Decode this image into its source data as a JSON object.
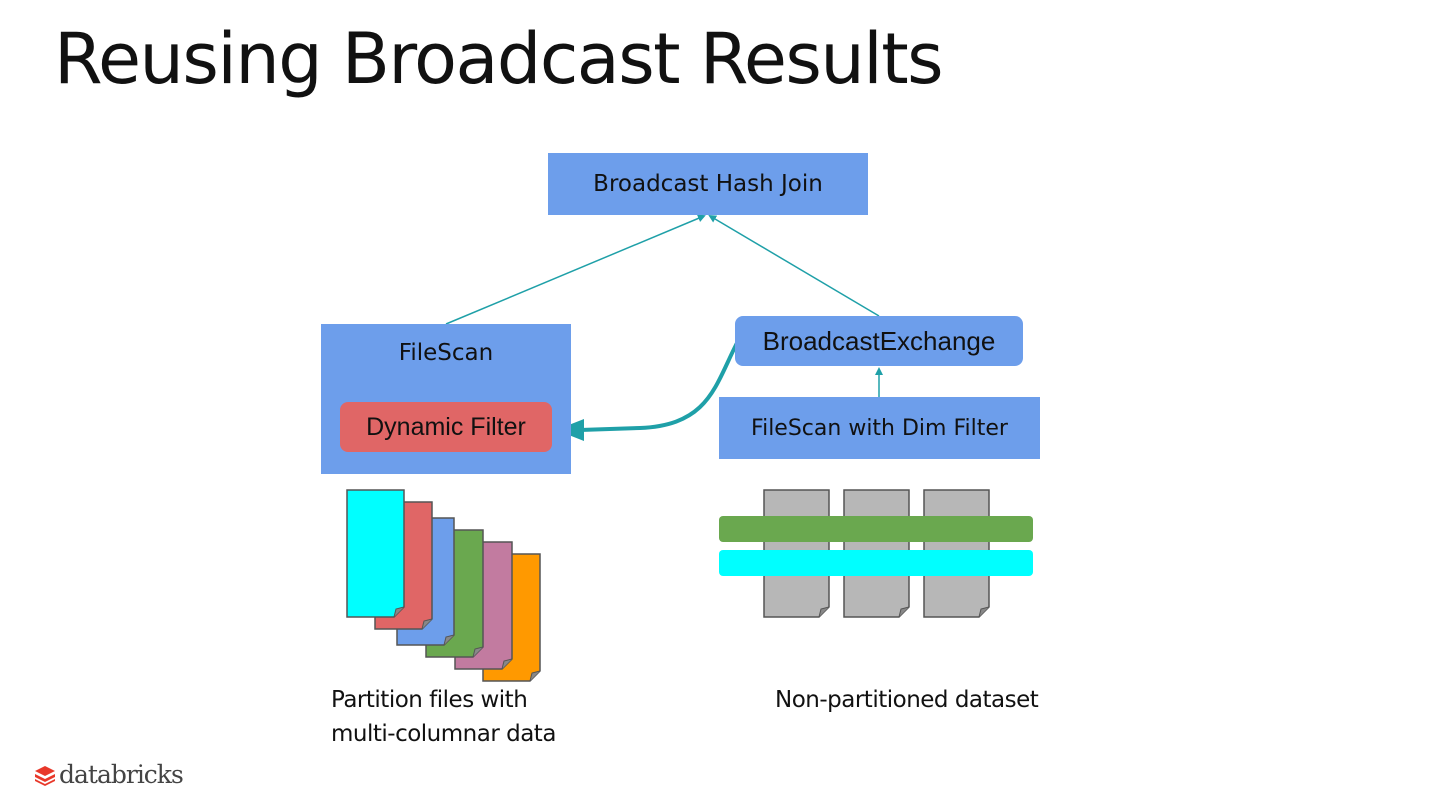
{
  "slide": {
    "title": "Reusing Broadcast Results"
  },
  "nodes": {
    "broadcast_hash_join": "Broadcast Hash Join",
    "filescan": "FileScan",
    "dynamic_filter": "Dynamic Filter",
    "broadcast_exchange": "BroadcastExchange",
    "filescan_dim_filter": "FileScan with Dim Filter"
  },
  "edges": [
    {
      "from": "FileScan",
      "to": "Broadcast Hash Join"
    },
    {
      "from": "BroadcastExchange",
      "to": "Broadcast Hash Join"
    },
    {
      "from": "FileScan with Dim Filter",
      "to": "BroadcastExchange"
    },
    {
      "from": "BroadcastExchange",
      "to": "Dynamic Filter",
      "style": "thick-curved"
    }
  ],
  "partition_files": {
    "caption_line1": "Partition files with",
    "caption_line2": "multi-columnar data",
    "colors": [
      "#00ffff",
      "#e06666",
      "#6d9eeb",
      "#6aa84f",
      "#c27ba0",
      "#ff9900"
    ]
  },
  "non_partitioned": {
    "caption": "Non-partitioned dataset",
    "file_count": 3,
    "file_color": "#b7b7b7",
    "stripe_colors": [
      "#6aa84f",
      "#00ffff"
    ]
  },
  "colors": {
    "node": "#6d9eeb",
    "dynamic_filter": "#e06666",
    "arrow": "#1fa0a8"
  },
  "footer": {
    "logo_text": "databricks",
    "logo_icon": "databricks-stack-icon"
  }
}
